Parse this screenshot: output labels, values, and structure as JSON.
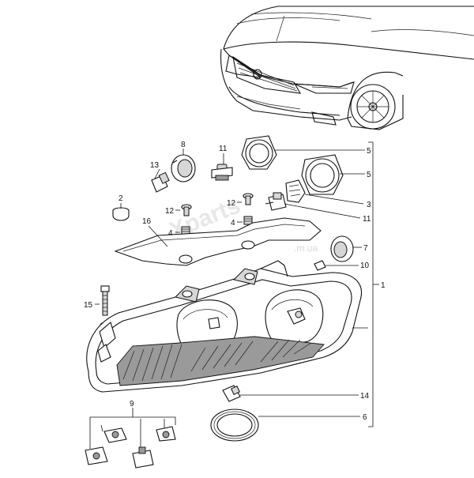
{
  "watermark": {
    "main": "Xparts",
    "sub": ".m.ua"
  },
  "callouts": {
    "c1": "1",
    "c2": "2",
    "c3": "3",
    "c4a": "4",
    "c4b": "4",
    "c5a": "5",
    "c5b": "5",
    "c6": "6",
    "c7": "7",
    "c8": "8",
    "c9": "9",
    "c10": "10",
    "c11a": "11",
    "c11b": "11",
    "c12a": "12",
    "c12b": "12",
    "c13": "13",
    "c14": "14",
    "c15": "15",
    "c16": "16"
  }
}
